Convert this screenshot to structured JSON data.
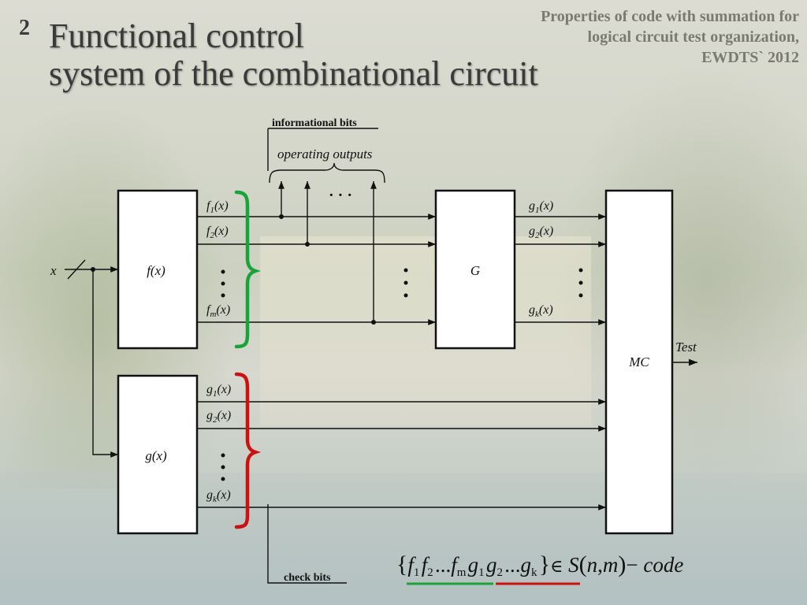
{
  "slide": {
    "number": "2",
    "title_line1": "Functional control",
    "title_line2": "system of the combinational circuit",
    "corner_line1": "Properties of code with summation for",
    "corner_line2": "logical circuit test organization,",
    "corner_line3": "EWDTS` 2012"
  },
  "diagram": {
    "informational_bits": "informational bits",
    "operating_outputs": "operating outputs",
    "check_bits": "check bits",
    "input": "x",
    "block_f": "f(x)",
    "block_g": "g(x)",
    "block_G": "G",
    "block_MC": "MC",
    "test_output": "Test",
    "dots": "· · ·",
    "f_outputs": [
      {
        "base": "f",
        "sub": "1",
        "arg": "(x)"
      },
      {
        "base": "f",
        "sub": "2",
        "arg": "(x)"
      },
      {
        "base": "f",
        "sub": "m",
        "arg": "(x)"
      }
    ],
    "g_check_outputs": [
      {
        "base": "g",
        "sub": "1",
        "arg": "(x)"
      },
      {
        "base": "g",
        "sub": "2",
        "arg": "(x)"
      },
      {
        "base": "g",
        "sub": "k",
        "arg": "(x)"
      }
    ],
    "G_outputs": [
      {
        "base": "g",
        "sub": "1",
        "arg": "(x)"
      },
      {
        "base": "g",
        "sub": "2",
        "arg": "(x)"
      },
      {
        "base": "g",
        "sub": "k",
        "arg": "(x)"
      }
    ],
    "formula": {
      "open": "{",
      "terms": [
        {
          "base": "f",
          "sub": "1"
        },
        {
          "base": "f",
          "sub": "2"
        },
        {
          "dots": "..."
        },
        {
          "base": "f",
          "sub": "m"
        },
        {
          "base": "g",
          "sub": "1"
        },
        {
          "base": "g",
          "sub": "2"
        },
        {
          "dots": "..."
        },
        {
          "base": "g",
          "sub": "k"
        }
      ],
      "close": "}",
      "rel": "∈",
      "S": "S",
      "paren_open": "(",
      "n": "n",
      "comma": ",",
      "m": "m",
      "paren_close": ")",
      "minus": "−",
      "code": "code"
    },
    "colors": {
      "informational_brace": "#1aa33a",
      "check_brace": "#cc1111",
      "line": "#111111"
    }
  }
}
